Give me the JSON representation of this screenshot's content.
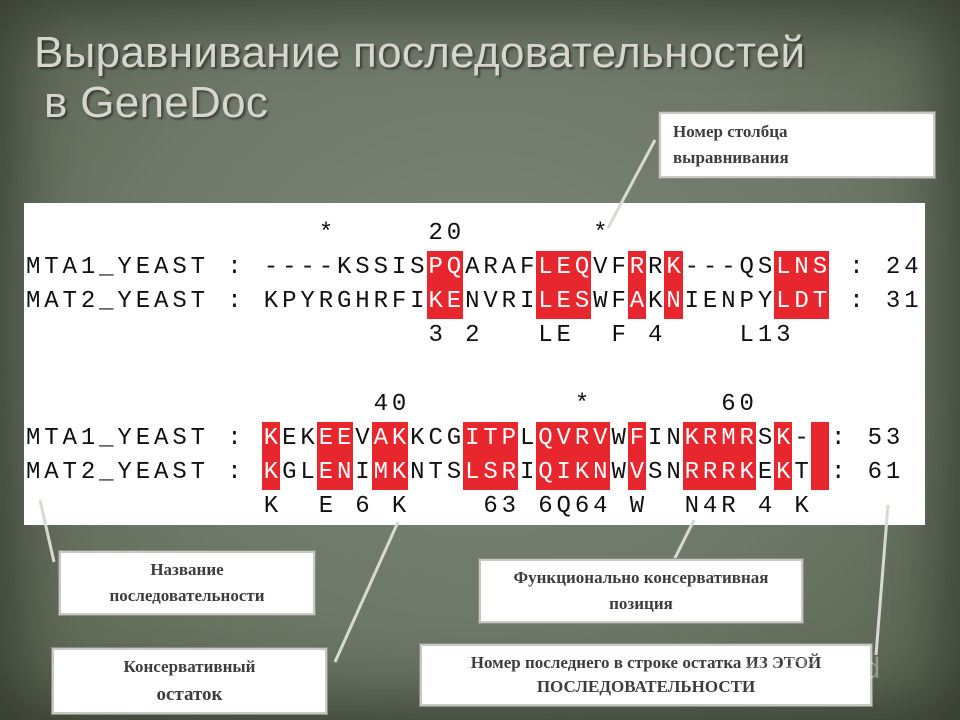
{
  "slide": {
    "title_line1": "Выравнивание  последовательностей",
    "title_line2": "в GeneDoc"
  },
  "alignment": {
    "block1": {
      "ruler": "                *     20       *         ",
      "rows": [
        {
          "text": "MTA1_YEAST : ----KSSISPQARAFLEQVFRRK---QSLNS : 24",
          "highlight": [
            22,
            23,
            28,
            29,
            30,
            33,
            35,
            41,
            42,
            43
          ]
        },
        {
          "text": "MAT2_YEAST : KPYRGHRFIKENVRILESWFAKNIENPYLDT : 31",
          "highlight": [
            22,
            23,
            28,
            29,
            30,
            33,
            35,
            41,
            42,
            43
          ]
        }
      ],
      "consensus": "                      3 2   LE  F 4    L13    "
    },
    "block2": {
      "ruler": "                   40         *       60   ",
      "rows": [
        {
          "text": "MTA1_YEAST : KEKEEVAKKCGITPLQVRVWFINKRMRSK- : 53",
          "highlight": [
            13,
            16,
            17,
            19,
            20,
            24,
            25,
            26,
            28,
            29,
            30,
            31,
            33,
            36,
            37,
            38,
            39,
            41,
            43
          ]
        },
        {
          "text": "MAT2_YEAST : KGLENIMKNTSLSRIQIKNWVSNRRRKEKT : 61",
          "highlight": [
            13,
            16,
            17,
            19,
            20,
            24,
            25,
            26,
            28,
            29,
            30,
            31,
            33,
            36,
            37,
            38,
            39,
            41,
            43
          ]
        }
      ],
      "consensus": "             K  E 6 K    63 6Q64 W  N4R 4 K "
    }
  },
  "callouts": {
    "column_number": "Номер столбца выравнивания",
    "sequence_name": "Название последовательности",
    "functional_position": "Функционально консервативная  позиция",
    "conserved_residue_line1": "Консервативный",
    "conserved_residue_line2": "остаток",
    "last_residue_number": "Номер последнего в строке остатка ИЗ ЭТОЙ ПОСЛЕДОВАТЕЛЬНОСТИ"
  },
  "watermark": "MyShared",
  "colors": {
    "highlight": "#e8262d",
    "background": "#6e7868",
    "title": "#d6d6cf"
  }
}
